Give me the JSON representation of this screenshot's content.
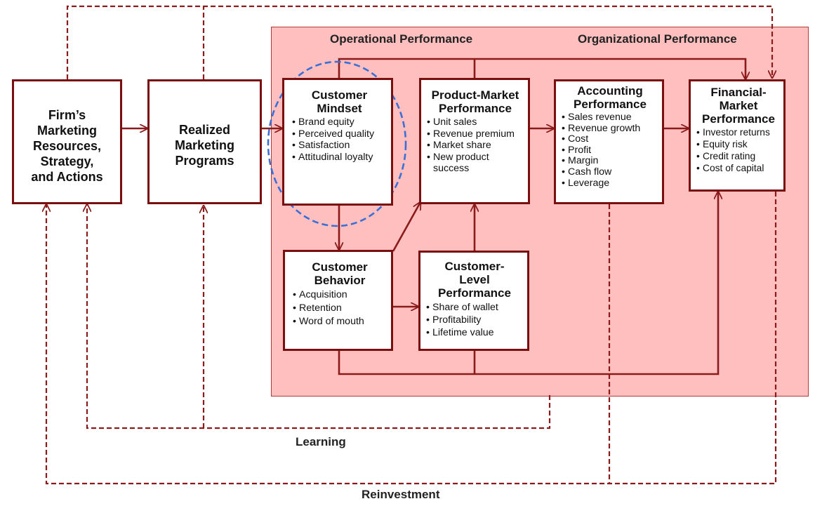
{
  "headers": {
    "operational": "Operational Performance",
    "organizational": "Organizational Performance"
  },
  "boxes": {
    "firm": {
      "lines": [
        "Firm’s",
        "Marketing",
        "Resources,",
        "Strategy,",
        "and Actions"
      ]
    },
    "realized": {
      "lines": [
        "Realized",
        "Marketing",
        "Programs"
      ]
    },
    "mindset": {
      "title": [
        "Customer",
        "Mindset"
      ],
      "items": [
        "Brand equity",
        "Perceived quality",
        "Satisfaction",
        "Attitudinal loyalty"
      ]
    },
    "product": {
      "title": [
        "Product-Market",
        "Performance"
      ],
      "items": [
        "Unit sales",
        "Revenue premium",
        "Market share",
        "New product success"
      ]
    },
    "accounting": {
      "title": [
        "Accounting",
        "Performance"
      ],
      "items": [
        "Sales revenue",
        "Revenue growth",
        "Cost",
        "Profit",
        "Margin",
        "Cash flow",
        "Leverage"
      ]
    },
    "financial": {
      "title": [
        "Financial-",
        "Market",
        "Performance"
      ],
      "items": [
        "Investor returns",
        "Equity risk",
        "Credit rating",
        "Cost of capital"
      ]
    },
    "behavior": {
      "title": [
        "Customer",
        "Behavior"
      ],
      "items": [
        "Acquisition",
        "Retention",
        "Word of mouth"
      ]
    },
    "customer_level": {
      "title": [
        "Customer-",
        "Level",
        "Performance"
      ],
      "items": [
        "Share of wallet",
        "Profitability",
        "Lifetime value"
      ]
    }
  },
  "labels": {
    "learning": "Learning",
    "reinvestment": "Reinvestment"
  },
  "colors": {
    "arrow": "#8b1a1a",
    "zone_fill": "#ffbfbf",
    "box_border": "#7a0f0f",
    "highlight": "#3a6fd8"
  }
}
